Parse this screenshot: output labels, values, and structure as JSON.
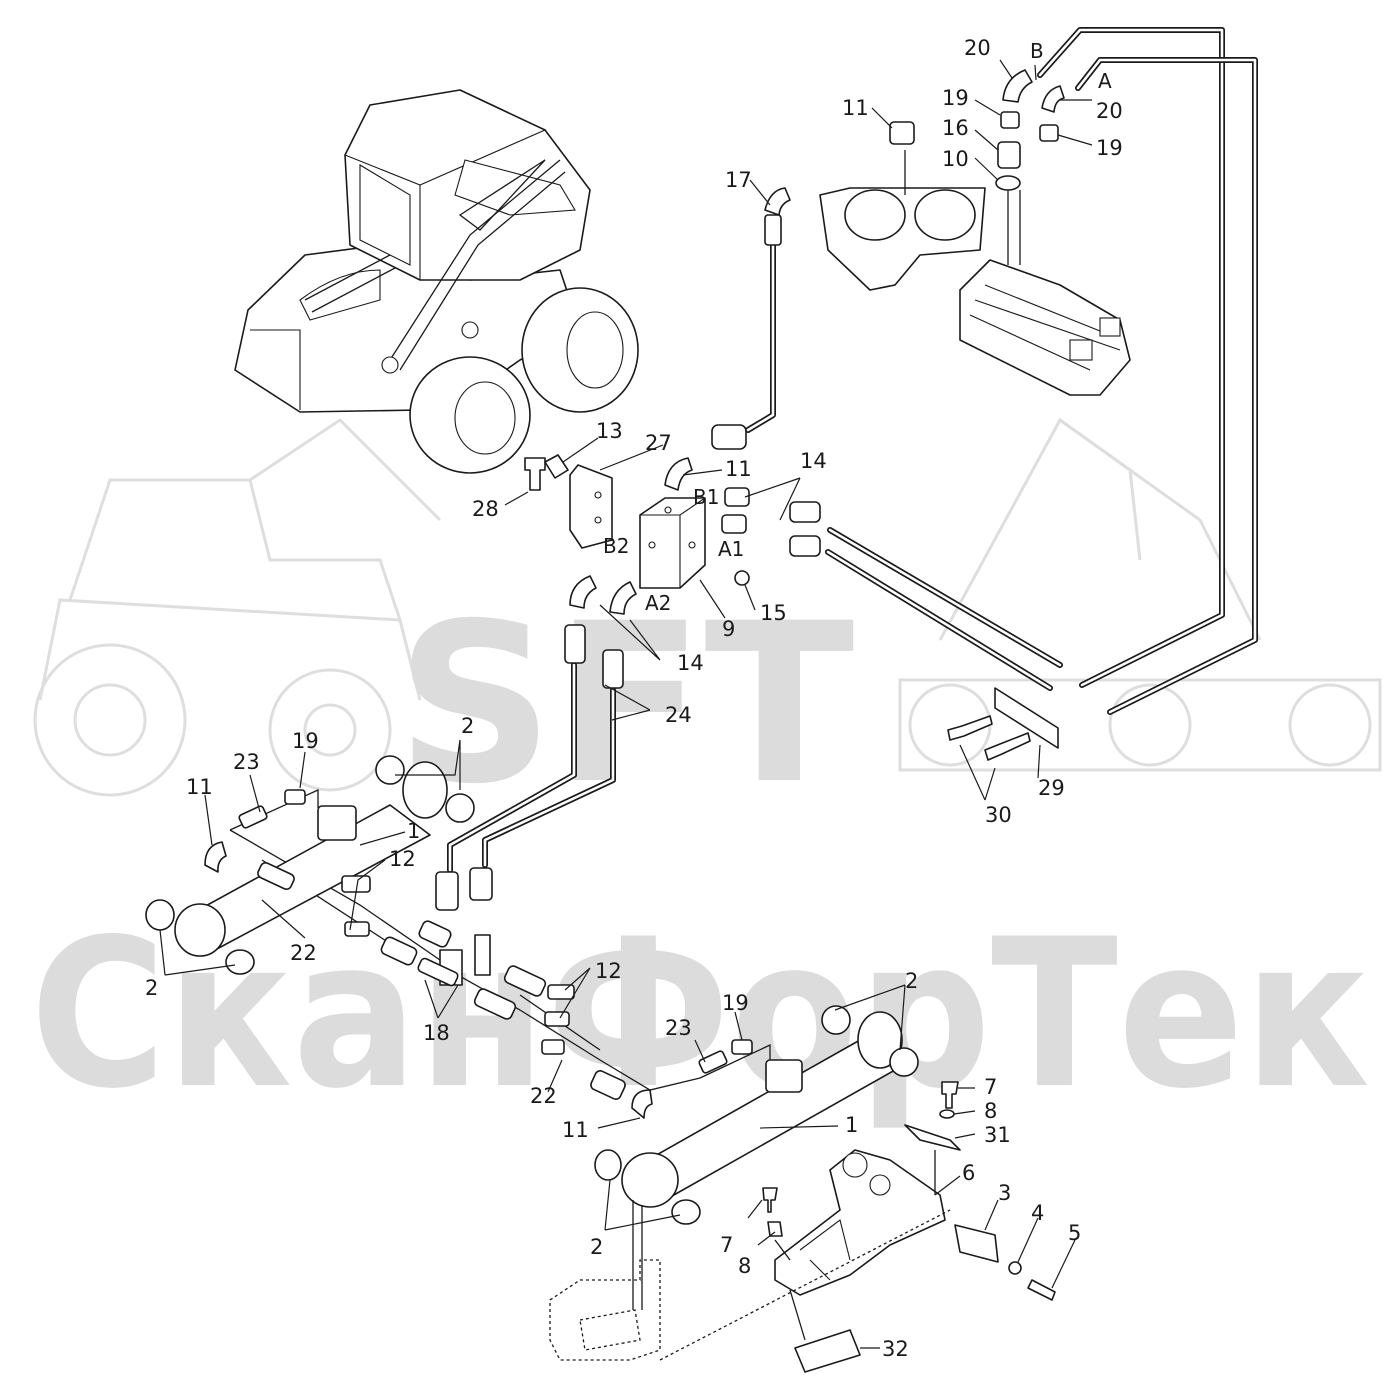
{
  "watermark": {
    "logo_text": "SFT",
    "company_text": "СканФорТек"
  },
  "port_labels": {
    "b": "B",
    "a": "A",
    "b1": "B1",
    "a1": "A1",
    "b2": "B2",
    "a2": "A2"
  },
  "callouts": {
    "c20_top": "20",
    "c20_right": "20",
    "c19_top": "19",
    "c19_right": "19",
    "c16": "16",
    "c10": "10",
    "c11_top": "11",
    "c17": "17",
    "c13": "13",
    "c27": "27",
    "c11_block": "11",
    "c14_top": "14",
    "c28": "28",
    "c15": "15",
    "c9": "9",
    "c14_mid": "14",
    "c24": "24",
    "c2_left_top": "2",
    "c19_left": "19",
    "c23_left": "23",
    "c11_left": "11",
    "c1_left": "1",
    "c12_left": "12",
    "c22_left": "22",
    "c2_left_bottom": "2",
    "c29": "29",
    "c30": "30",
    "c12_mid": "12",
    "c18": "18",
    "c2_right_top": "2",
    "c19_mid": "19",
    "c23_mid": "23",
    "c22_mid": "22",
    "c7_top": "7",
    "c8_top": "8",
    "c31": "31",
    "c11_bottom": "11",
    "c1_right": "1",
    "c6": "6",
    "c3": "3",
    "c4": "4",
    "c5": "5",
    "c2_right_bottom": "2",
    "c7_bottom": "7",
    "c8_bottom": "8",
    "c32": "32"
  }
}
